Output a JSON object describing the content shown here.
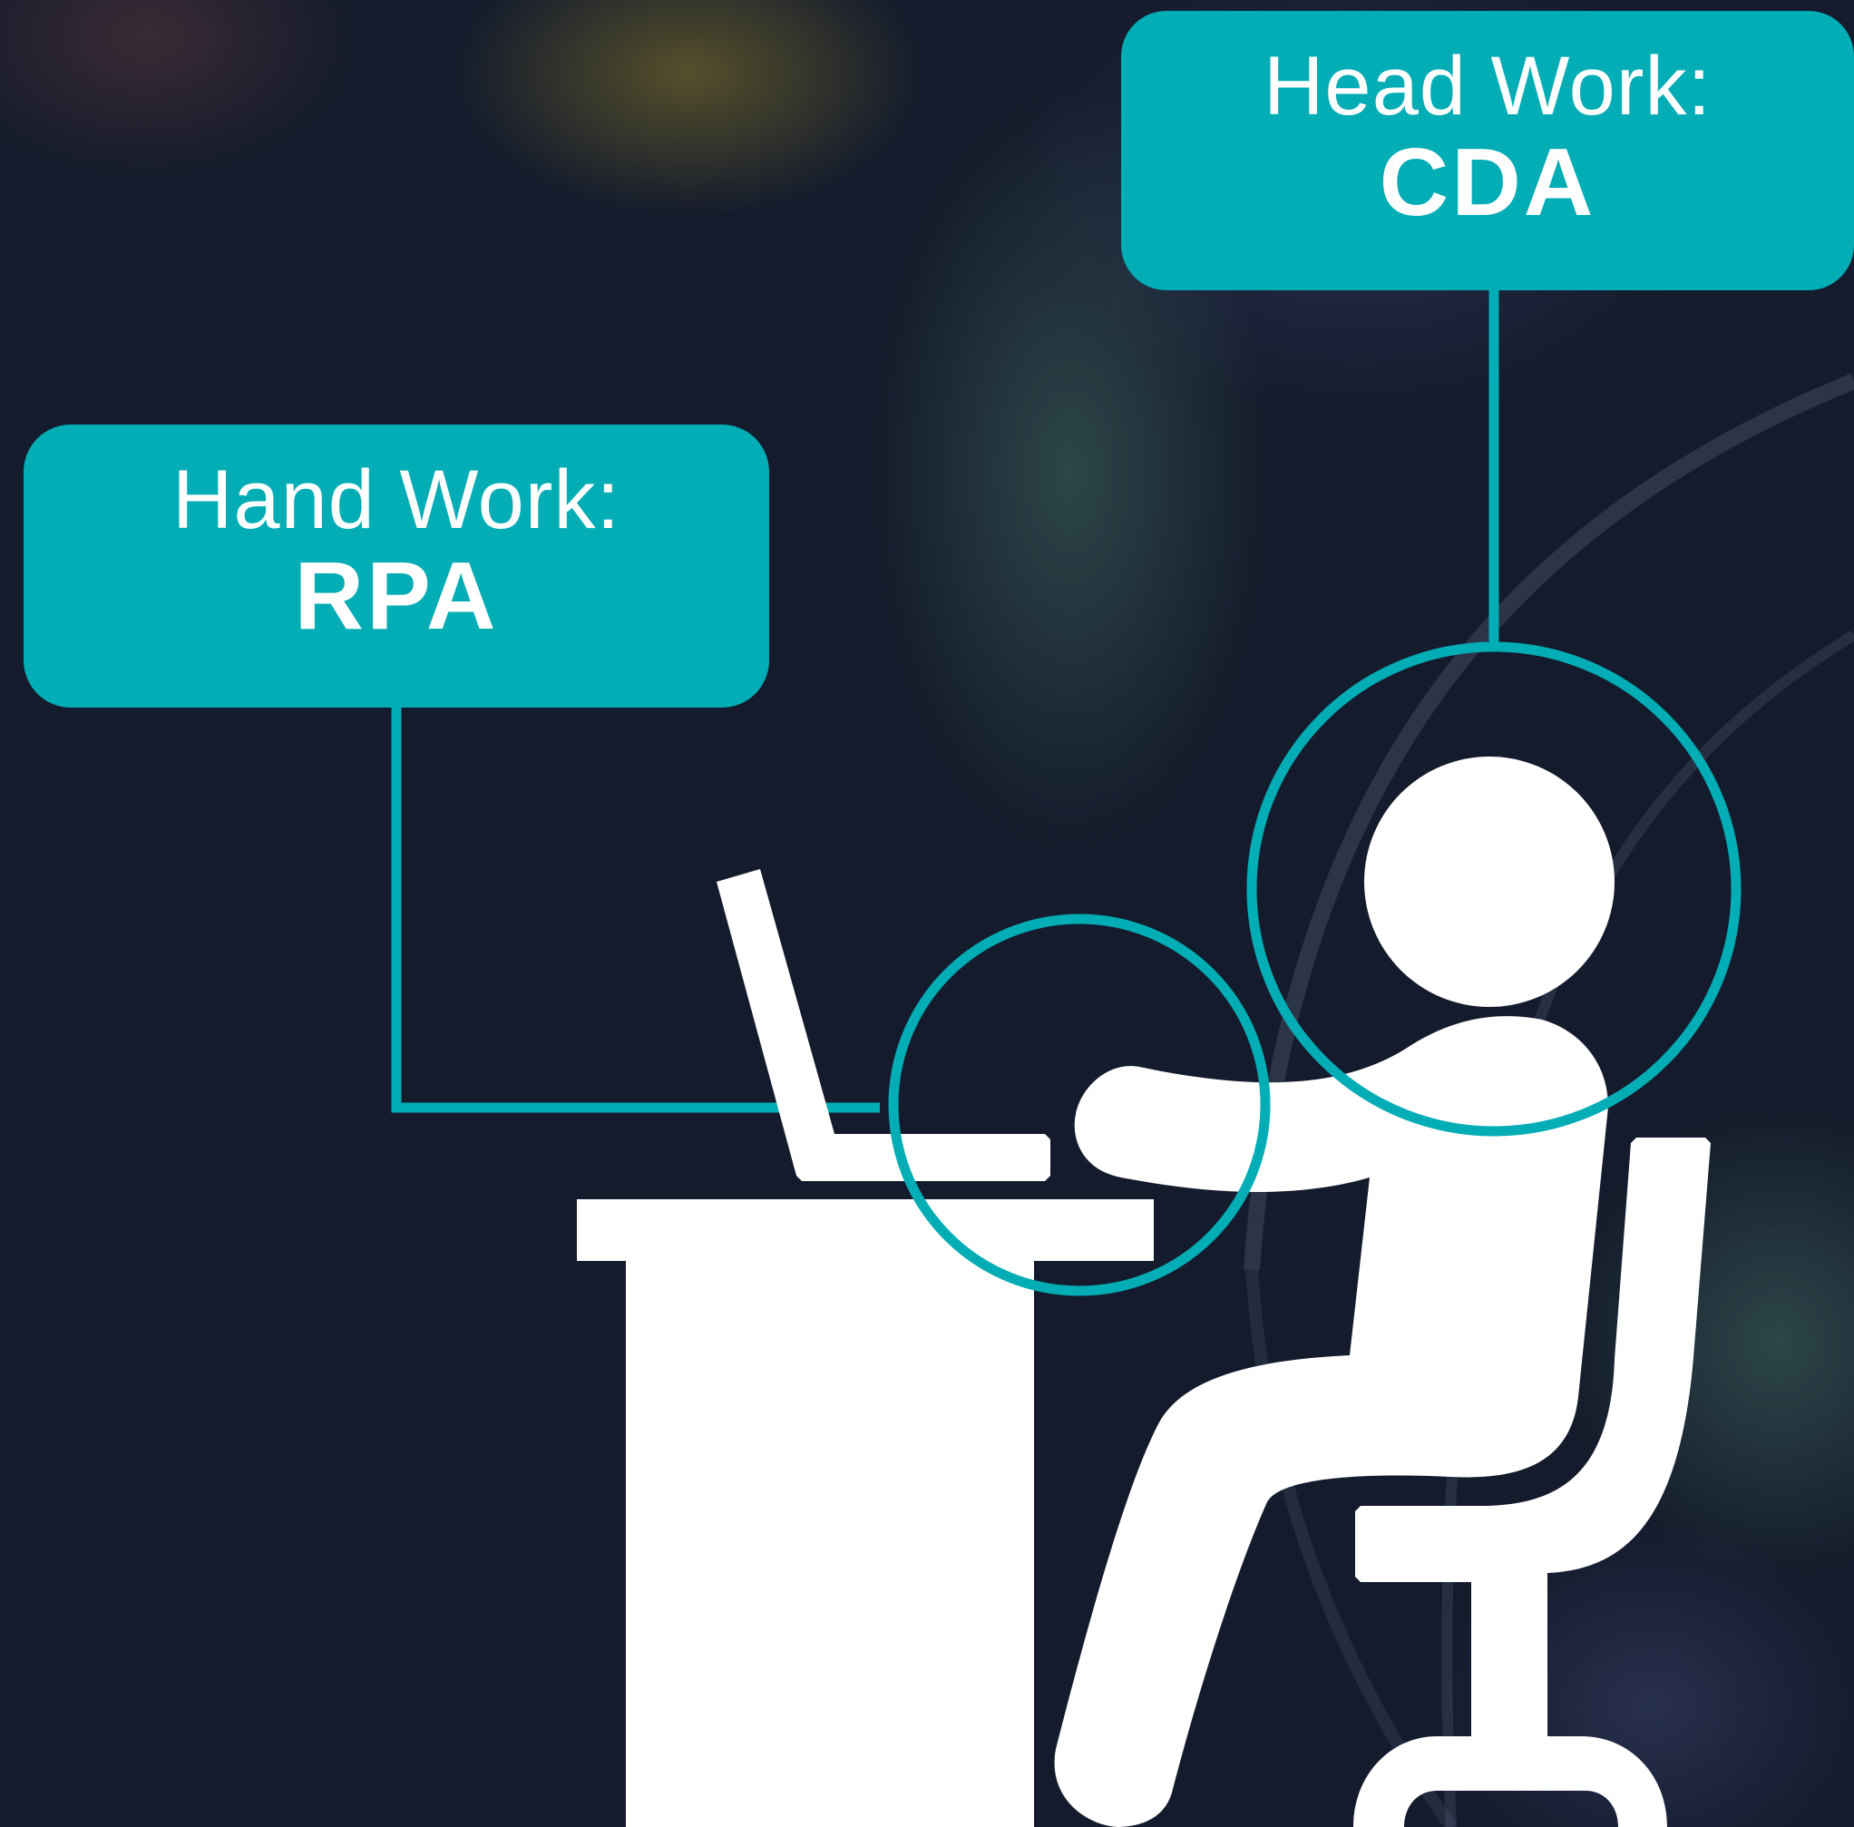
{
  "colors": {
    "accent": "#03adb5",
    "background": "#121a2c",
    "figure": "#ffffff"
  },
  "callouts": {
    "hand": {
      "label": "Hand Work:",
      "value": "RPA"
    },
    "head": {
      "label": "Head Work:",
      "value": "CDA"
    }
  },
  "icons": [
    "person-icon",
    "laptop-icon",
    "desk-icon",
    "office-chair-icon"
  ]
}
